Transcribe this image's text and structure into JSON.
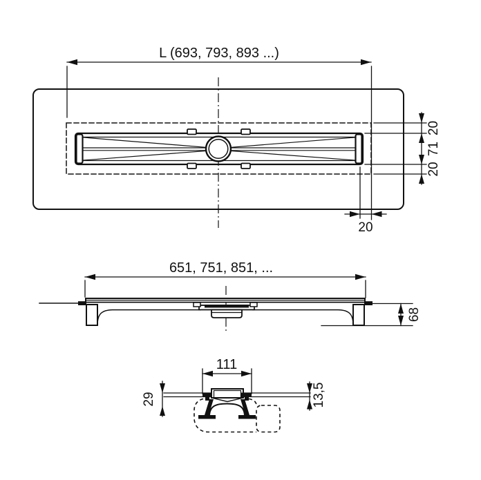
{
  "drawing": {
    "background": "#ffffff",
    "line_color": "#111111",
    "views": {
      "plan": {
        "length": "L (693, 793, 893 ...)",
        "gap_top": "20",
        "channel_width": "71",
        "gap_bottom": "20",
        "end_gap": "20"
      },
      "elevation": {
        "length": "651, 751, 851, ...",
        "height": "68"
      },
      "section": {
        "width": "111",
        "edge_height": "29",
        "lip_depth": "13,5"
      }
    }
  }
}
